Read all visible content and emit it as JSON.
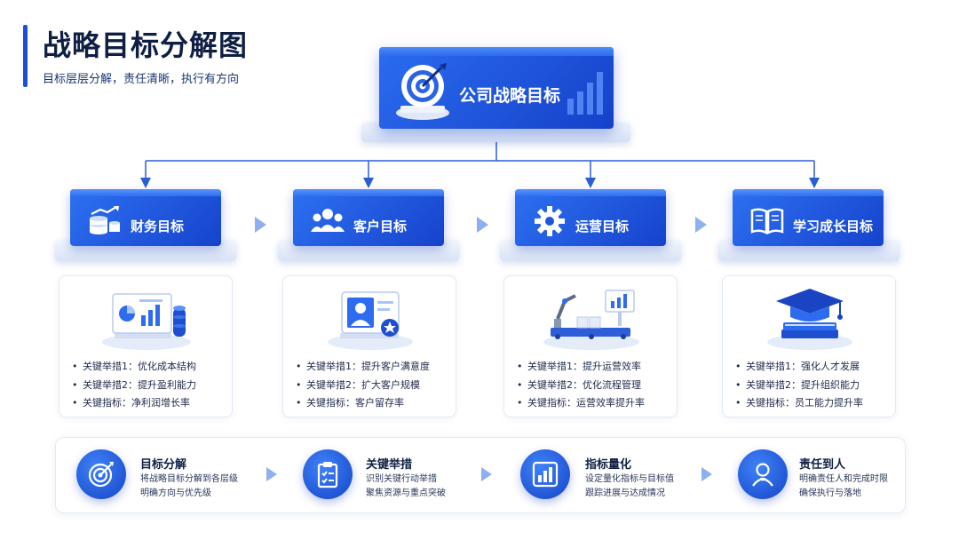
{
  "header": {
    "title": "战略目标分解图",
    "subtitle": "目标层层分解，责任清晰，执行有方向"
  },
  "top": {
    "label": "公司战略目标",
    "icon": "target-icon"
  },
  "objectives": [
    {
      "label": "财务目标",
      "icon": "coins-growth-icon",
      "bullets": [
        "关键举措1：优化成本结构",
        "关键举措2：提升盈利能力",
        "关键指标：净利润增长率"
      ]
    },
    {
      "label": "客户目标",
      "icon": "users-icon",
      "bullets": [
        "关键举措1：提升客户满意度",
        "关键举措2：扩大客户规模",
        "关键指标：客户留存率"
      ]
    },
    {
      "label": "运营目标",
      "icon": "gear-icon",
      "bullets": [
        "关键举措1：提升运营效率",
        "关键举措2：优化流程管理",
        "关键指标：运营效率提升率"
      ]
    },
    {
      "label": "学习成长目标",
      "icon": "book-icon",
      "bullets": [
        "关键举措1：强化人才发展",
        "关键举措2：提升组织能力",
        "关键指标：员工能力提升率"
      ]
    }
  ],
  "steps": [
    {
      "title": "目标分解",
      "icon": "target-icon",
      "lines": [
        "将战略目标分解到各层级",
        "明确方向与优先级"
      ]
    },
    {
      "title": "关键举措",
      "icon": "clipboard-check-icon",
      "lines": [
        "识别关键行动举措",
        "聚焦资源与重点突破"
      ]
    },
    {
      "title": "指标量化",
      "icon": "bar-chart-icon",
      "lines": [
        "设定量化指标与目标值",
        "跟踪进展与达成情况"
      ]
    },
    {
      "title": "责任到人",
      "icon": "person-icon",
      "lines": [
        "明确责任人和完成时限",
        "确保执行与落地"
      ]
    }
  ],
  "colors": {
    "primary": "#1a4fd8",
    "accent": "#2d70f2",
    "arrow": "#8fb0ee"
  }
}
